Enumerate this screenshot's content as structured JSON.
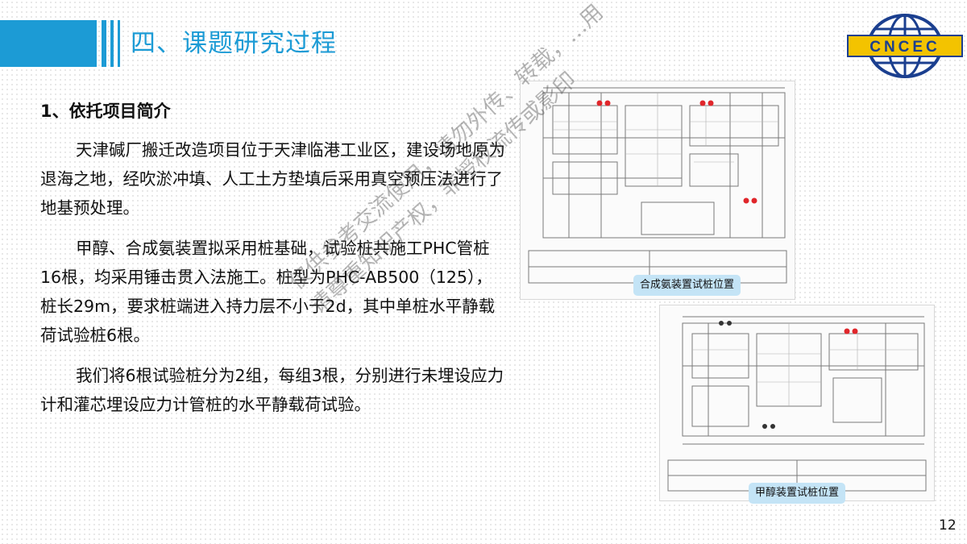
{
  "header": {
    "title": "四、课题研究过程"
  },
  "logo": {
    "text": "CNCEC"
  },
  "section": {
    "heading": "1、依托项目简介"
  },
  "paragraphs": [
    "天津碱厂搬迁改造项目位于天津临港工业区，建设场地原为退海之地，经吹淤冲填、人工土方垫填后采用真空预压法进行了地基预处理。",
    "甲醇、合成氨装置拟采用桩基础，试验桩共施工PHC管桩16根，均采用锤击贯入法施工。桩型为PHC-AB500（125），桩长29m，要求桩端进入持力层不小于2d，其中单桩水平静载荷试验桩6根。",
    "我们将6根试验桩分为2组，每组3根，分别进行未埋设应力计和灌芯埋设应力计管桩的水平静载荷试验。"
  ],
  "figures": {
    "top_caption": "合成氨装置试桩位置",
    "bottom_caption": "甲醇装置试桩位置"
  },
  "watermark": {
    "line1": "仅供参考交流使用，请勿外传、转载，…用",
    "line2": "请尊重知识产权，非授权流传或影印"
  },
  "page_number": "12",
  "colors": {
    "accent": "#1c9bd5",
    "marker": "#e0262b",
    "caption_bg": "#c4e4f6"
  }
}
